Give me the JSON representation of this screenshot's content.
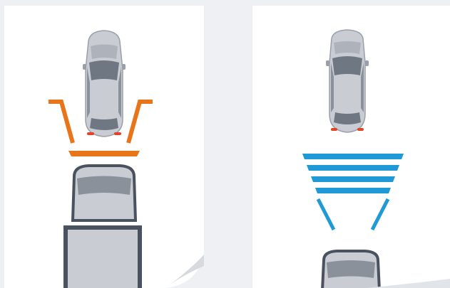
{
  "colors": {
    "background": "#eef0f4",
    "panel": "#ffffff",
    "car_body": "#c9ccd3",
    "car_glass": "#6f7782",
    "car_outline": "#4a5260",
    "tail_light": "#e0452a",
    "warning_orange": "#e8751a",
    "sensor_blue": "#1f9ad6"
  },
  "icons": {
    "left_car": "car-top-view-icon",
    "truck": "truck-top-view-icon",
    "right_car": "car-top-view-icon",
    "page_curl": "page-curl-icon"
  },
  "scenes": [
    {
      "name": "left",
      "state": "obstacle-detected",
      "zone_color": "warning_orange"
    },
    {
      "name": "right",
      "state": "clear",
      "zone_color": "sensor_blue"
    }
  ]
}
